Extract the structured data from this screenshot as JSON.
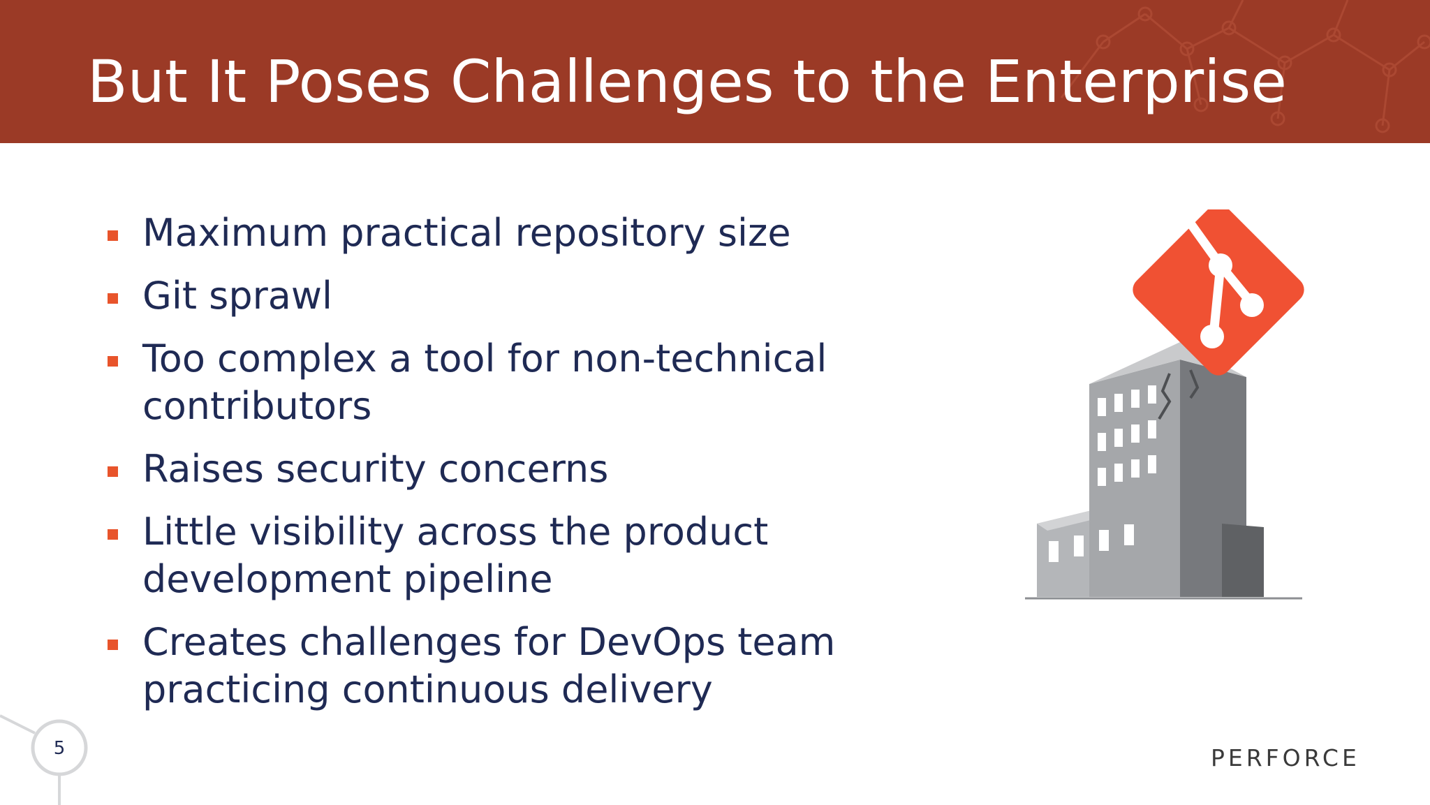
{
  "slide": {
    "title": "But It Poses Challenges to the Enterprise",
    "bullets": [
      {
        "line1": "Maximum practical repository size",
        "line2": ""
      },
      {
        "line1": "Git sprawl",
        "line2": ""
      },
      {
        "line1": "Too complex a tool for non-technical",
        "line2": "contributors"
      },
      {
        "line1": "Raises security concerns",
        "line2": ""
      },
      {
        "line1": "Little visibility across the product",
        "line2": "development pipeline"
      },
      {
        "line1": "Creates challenges for DevOps team",
        "line2": "practicing continuous delivery"
      }
    ],
    "page_number": "5",
    "logo_text": "PERFORCE"
  },
  "illustration": {
    "icon": "git-logo-on-building-icon"
  },
  "colors": {
    "header_bg": "#9b3a26",
    "title_text": "#ffffff",
    "body_text": "#1f2a54",
    "bullet_marker": "#e8542b",
    "git_orange": "#f05133",
    "building_gray": "#8d8f93"
  }
}
